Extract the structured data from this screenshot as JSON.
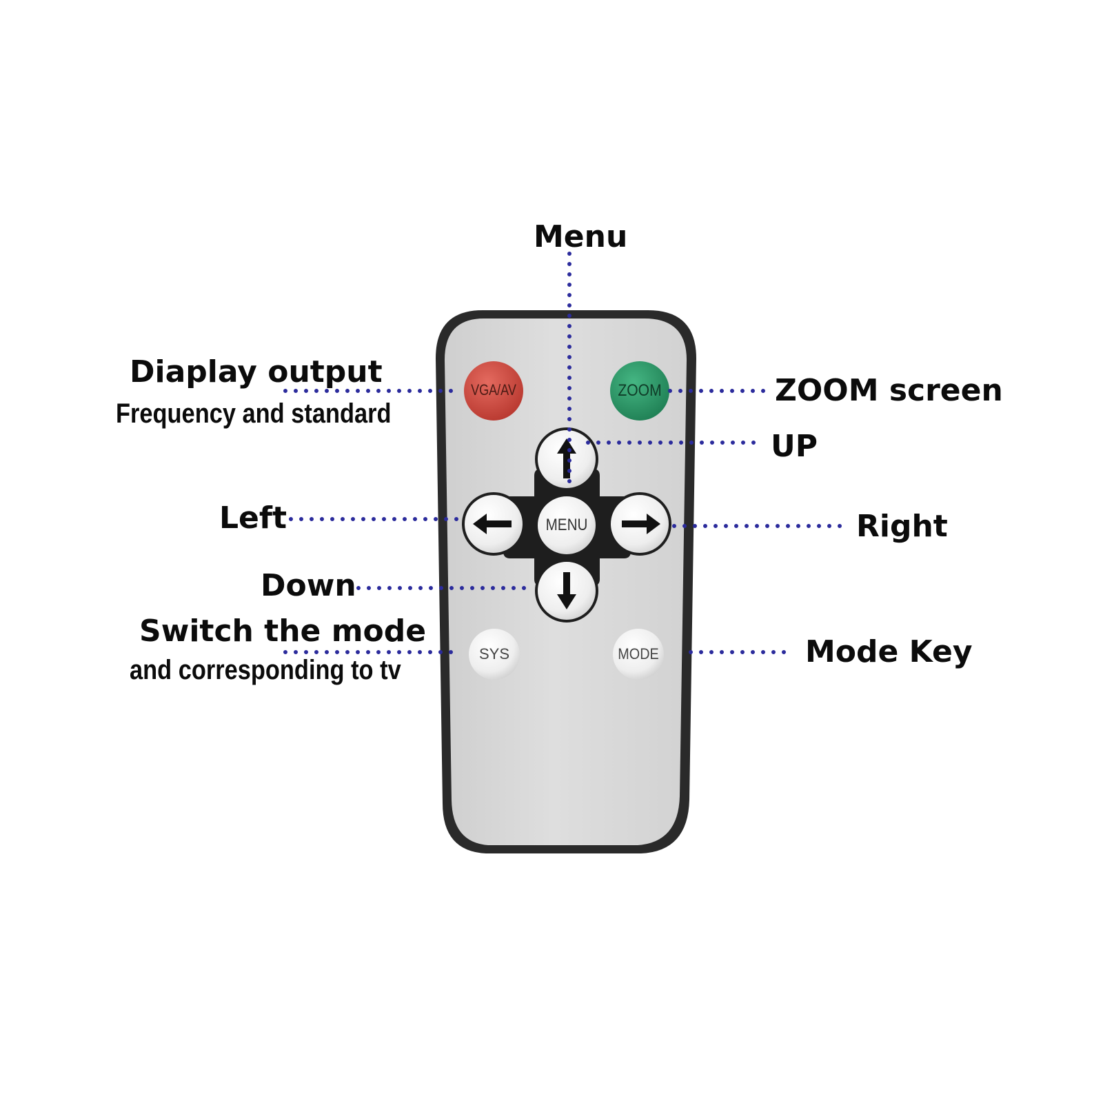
{
  "callouts": {
    "menu": "Menu",
    "display_output": "Diaplay output",
    "display_output_sub": "Frequency and standard",
    "zoom_screen": "ZOOM screen",
    "up": "UP",
    "left": "Left",
    "right": "Right",
    "down": "Down",
    "switch_mode": "Switch the mode",
    "switch_mode_sub": "and corresponding to tv",
    "mode_key": "Mode Key"
  },
  "remote": {
    "vga_av_label": "VGA/AV",
    "zoom_label": "ZOOM",
    "menu_label": "MENU",
    "sys_label": "SYS",
    "mode_label": "MODE"
  },
  "colors": {
    "leader_dots": "#2b2b9c",
    "vga_av_button": "#c8453c",
    "zoom_button": "#2f9a6a",
    "remote_body": "#d9d9d9",
    "remote_shell": "#2a2a2a",
    "dpad_cross": "#1e1e1e"
  }
}
